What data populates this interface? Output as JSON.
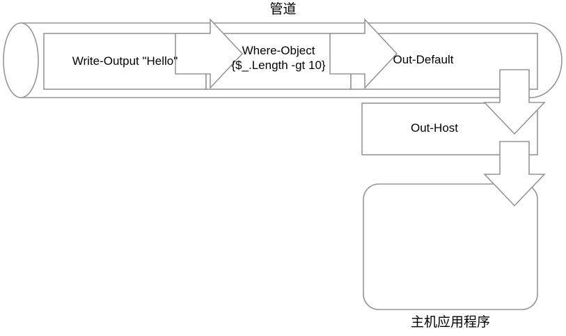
{
  "diagram": {
    "title": "管道",
    "caption": "主机应用程序",
    "stroke_color": "#959595",
    "text_color": "#000000",
    "background_color": "#ffffff",
    "pipeline_stages": [
      {
        "id": "write-output",
        "label": "Write-Output \"Hello\""
      },
      {
        "id": "where-object",
        "label": "Where-Object\n{$_.Length -gt 10}"
      },
      {
        "id": "out-default",
        "label": "Out-Default"
      }
    ],
    "downstream": [
      {
        "id": "out-host",
        "label": "Out-Host"
      },
      {
        "id": "host-application",
        "label": ""
      }
    ],
    "connectors": [
      {
        "id": "arrow-1",
        "direction": "right",
        "from": "write-output",
        "to": "where-object"
      },
      {
        "id": "arrow-2",
        "direction": "right",
        "from": "where-object",
        "to": "out-default"
      },
      {
        "id": "arrow-3",
        "direction": "down",
        "from": "out-default",
        "to": "out-host"
      },
      {
        "id": "arrow-4",
        "direction": "down",
        "from": "out-host",
        "to": "host-application"
      }
    ]
  }
}
